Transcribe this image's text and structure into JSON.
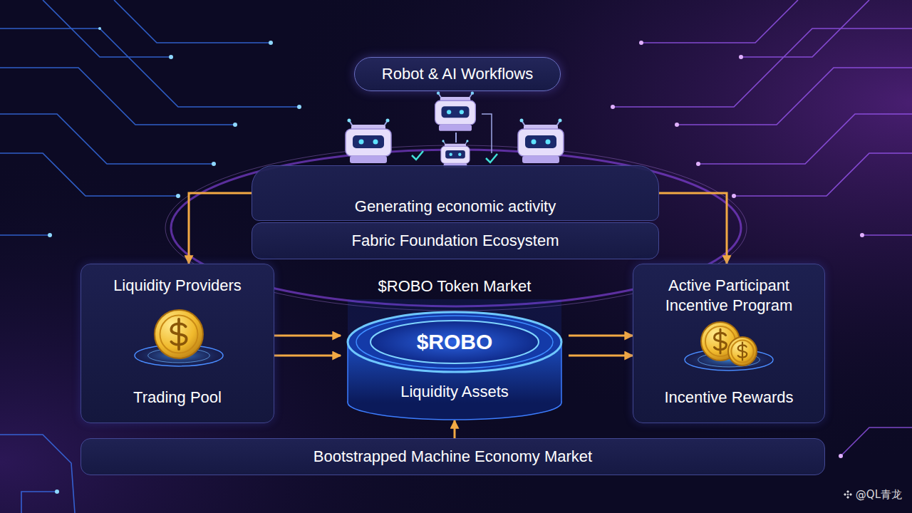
{
  "diagram": {
    "nodes": [
      {
        "text": [
          "Robot & AI Workflows"
        ]
      },
      {
        "text": [
          "Generating economic activity"
        ]
      },
      {
        "text": [
          "Fabric Foundation Ecosystem"
        ]
      },
      {
        "text": [
          "Liquidity Providers",
          "Trading Pool"
        ]
      },
      {
        "text": [
          "$ROBO Token Market",
          "Liquidity Assets"
        ]
      },
      {
        "text": [
          "$ROBO"
        ],
        "in": 4
      },
      {
        "text": [
          "Active Participant Incentive Program",
          "Incentive Rewards"
        ]
      },
      {
        "text": [
          "Bootstrapped Machine Economy Market"
        ]
      }
    ],
    "edges": [
      {
        "from": 1,
        "to": 3,
        "arrow": "to"
      },
      {
        "from": 1,
        "to": 6,
        "arrow": "to"
      },
      {
        "from": 3,
        "to": 4,
        "arrow": "to"
      },
      {
        "from": 4,
        "to": 6,
        "arrow": "to"
      },
      {
        "from": 7,
        "to": 4,
        "arrow": "to"
      }
    ],
    "labels": [
      "@QL青龙"
    ]
  }
}
